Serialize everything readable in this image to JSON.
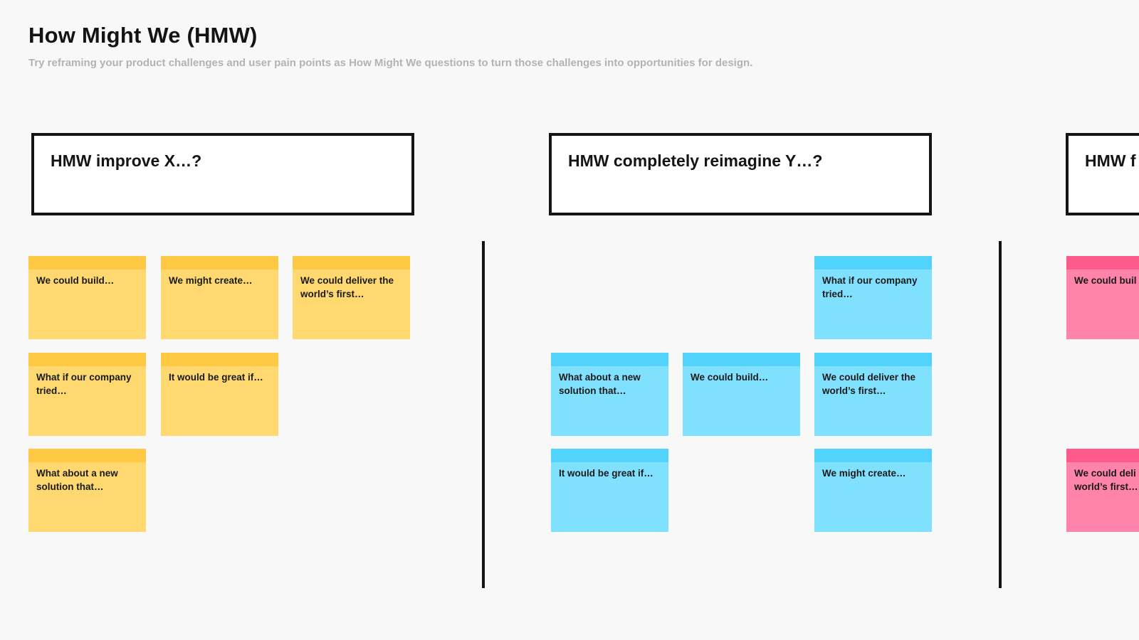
{
  "header": {
    "title": "How Might We (HMW)",
    "subtitle": "Try reframing your product challenges and user pain points as How Might We questions to turn those challenges into opportunities for design."
  },
  "columns": [
    {
      "hmw_label": "HMW improve X…?",
      "color": "#ffd970",
      "notes": [
        "We could build…",
        "We might create…",
        "We could deliver the world’s first…",
        "What if our company tried…",
        "It would be great if…",
        "What about a new solution that…"
      ]
    },
    {
      "hmw_label": "HMW completely reimagine Y…?",
      "color": "#80e1ff",
      "notes": [
        "What if our company tried…",
        "What about a new solution that…",
        "We could build…",
        "We could deliver the world’s first…",
        "It would be great if…",
        "We might create…"
      ]
    },
    {
      "hmw_label": "HMW f",
      "color": "#ff83aa",
      "notes": [
        "We could buil",
        "We could deli",
        "world’s first…"
      ]
    }
  ],
  "icons": {}
}
